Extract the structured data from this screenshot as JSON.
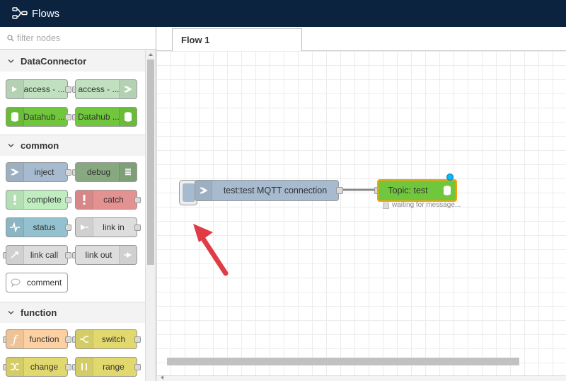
{
  "app": {
    "title": "Flows",
    "logo_icon": "flows-logo-icon",
    "header_color": "#0c2340"
  },
  "palette": {
    "search_placeholder": "filter nodes",
    "categories": [
      {
        "label": "DataConnector",
        "nodes": [
          {
            "label": "access - ...",
            "color": "#c0e0bf"
          },
          {
            "label": "access - ...",
            "color": "#c0e0bf"
          },
          {
            "label": "Datahub ...",
            "color": "#71c73c"
          },
          {
            "label": "Datahub ...",
            "color": "#71c73c"
          }
        ]
      },
      {
        "label": "common",
        "nodes": [
          {
            "label": "inject",
            "color": "#a6bbcf"
          },
          {
            "label": "debug",
            "color": "#87a980"
          },
          {
            "label": "complete",
            "color": "#c0edc0"
          },
          {
            "label": "catch",
            "color": "#e49191"
          },
          {
            "label": "status",
            "color": "#94c1d0"
          },
          {
            "label": "link in",
            "color": "#dddddd"
          },
          {
            "label": "link call",
            "color": "#dddddd"
          },
          {
            "label": "link out",
            "color": "#dddddd"
          },
          {
            "label": "comment",
            "color": "#ffffff"
          }
        ]
      },
      {
        "label": "function",
        "nodes": [
          {
            "label": "function",
            "color": "#fdd0a2"
          },
          {
            "label": "switch",
            "color": "#e2d96e"
          },
          {
            "label": "change",
            "color": "#e2d96e"
          },
          {
            "label": "range",
            "color": "#e2d96e"
          }
        ]
      }
    ]
  },
  "workspace": {
    "tab_label": "Flow 1",
    "nodes": {
      "inject": {
        "label": "test:test MQTT connection",
        "color": "#a6bbcf"
      },
      "datahub": {
        "label": "Topic: test",
        "color": "#71c73c",
        "border_color": "#ff9e0d"
      }
    },
    "status_text": "waiting for message...",
    "annotation_color": "#e03c45"
  }
}
